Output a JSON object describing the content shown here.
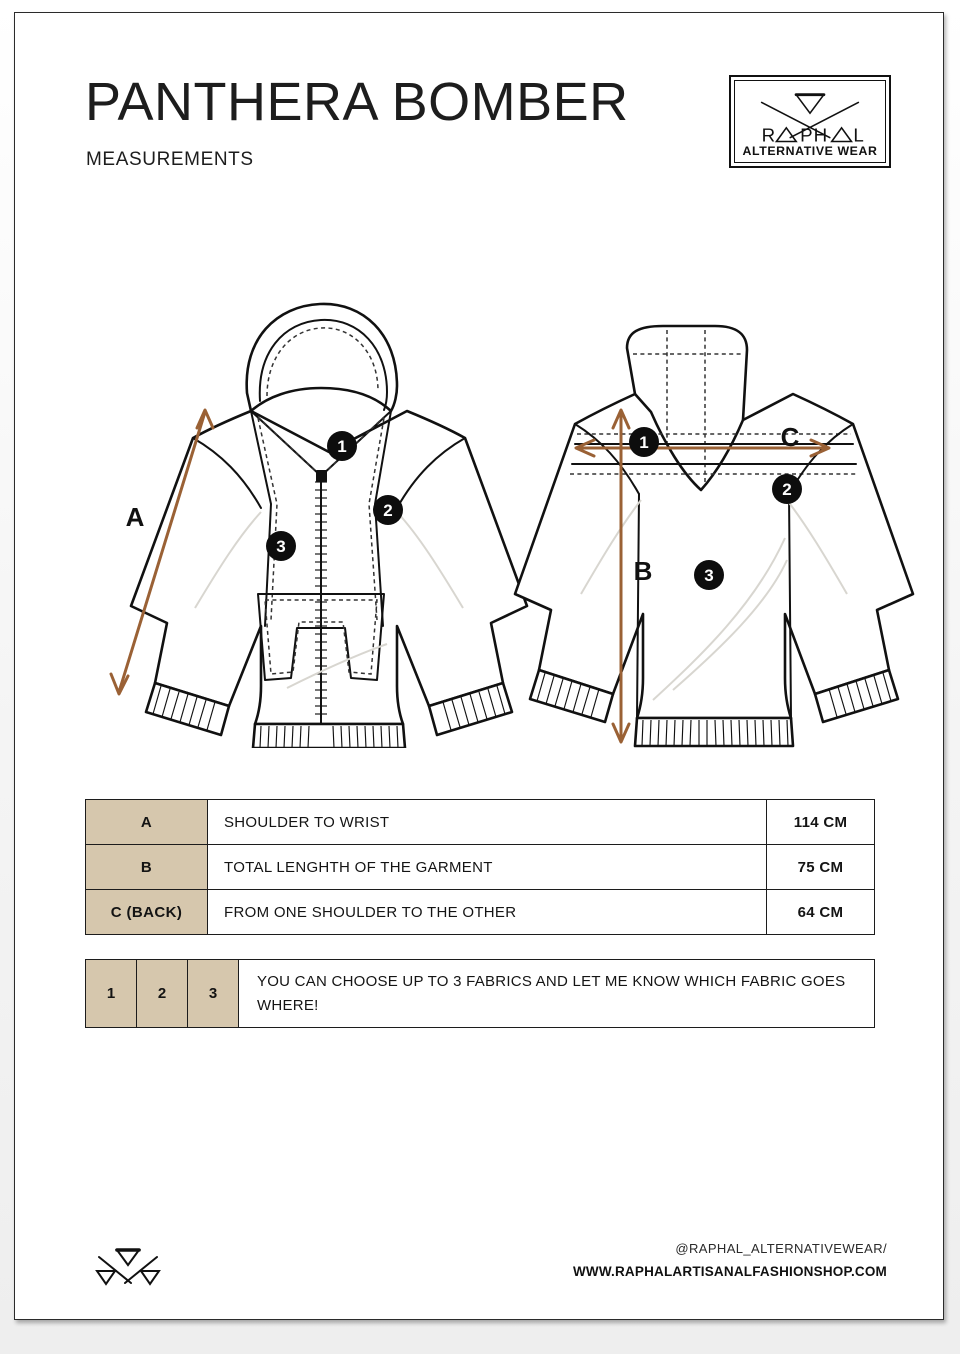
{
  "document": {
    "title": "PANTHERA BOMBER",
    "subtitle": "MEASUREMENTS"
  },
  "logo": {
    "brand": "RAPHAL",
    "tagline": "ALTERNATIVE WEAR",
    "mark_name": "crossed-x-triangles"
  },
  "illustration": {
    "front": {
      "caption_a": "A",
      "markers": [
        "1",
        "2",
        "3"
      ]
    },
    "back": {
      "caption_b": "B",
      "caption_c": "C",
      "markers": [
        "1",
        "2",
        "3"
      ]
    },
    "arrow_color": "#9a6135"
  },
  "measurements_table": {
    "rows": [
      {
        "key": "A",
        "description": "SHOULDER TO WRIST",
        "value": "114 CM"
      },
      {
        "key": "B",
        "description": "TOTAL LENGHTH OF THE GARMENT",
        "value": "75 CM"
      },
      {
        "key": "C (BACK)",
        "description": "FROM ONE SHOULDER TO THE OTHER",
        "value": "64 CM"
      }
    ]
  },
  "fabric_table": {
    "numbers": [
      "1",
      "2",
      "3"
    ],
    "note": "YOU CAN CHOOSE UP TO 3 FABRICS AND LET ME KNOW WHICH FABRIC GOES WHERE!"
  },
  "footer": {
    "handle": "@RAPHAL_ALTERNATIVEWEAR/",
    "website": "WWW.RAPHALARTISANALFASHIONSHOP.COM"
  },
  "colors": {
    "accent_brown": "#9a6135",
    "table_key_bg": "#d6c7ad",
    "ink": "#141414"
  }
}
